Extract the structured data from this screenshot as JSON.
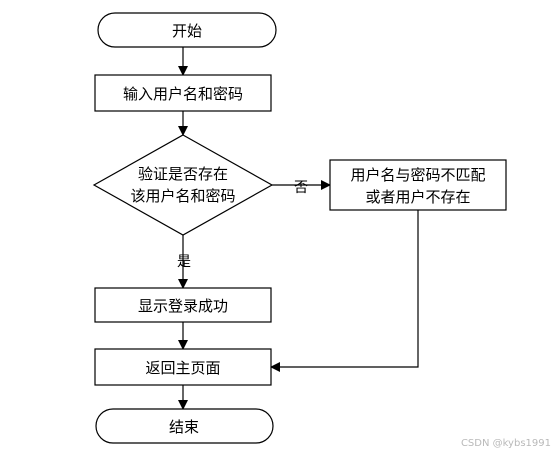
{
  "nodes": {
    "start": "开始",
    "input": "输入用户名和密码",
    "decision_line1": "验证是否存在",
    "decision_line2": "该用户名和密码",
    "error_line1": "用户名与密码不匹配",
    "error_line2": "或者用户不存在",
    "success": "显示登录成功",
    "return": "返回主页面",
    "end": "结束"
  },
  "edges": {
    "no_label": "否",
    "yes_label": "是"
  },
  "watermark": "CSDN @kybs1991"
}
